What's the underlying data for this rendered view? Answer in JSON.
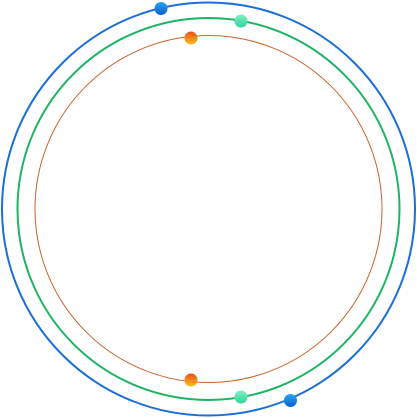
{
  "diagram": {
    "rings": [
      {
        "name": "outer-ring",
        "color": "#1a6fd6"
      },
      {
        "name": "middle-ring",
        "color": "#1db462"
      },
      {
        "name": "inner-ring",
        "color": "#c8642a"
      }
    ],
    "dots": [
      {
        "ring": "outer-ring",
        "gradient": [
          "#29a3f5",
          "#0a63c9"
        ]
      },
      {
        "ring": "middle-ring",
        "gradient": [
          "#7ff0c4",
          "#2fd49a"
        ]
      },
      {
        "ring": "inner-ring",
        "gradient": [
          "#f14a1e",
          "#f5c21c"
        ]
      }
    ]
  }
}
